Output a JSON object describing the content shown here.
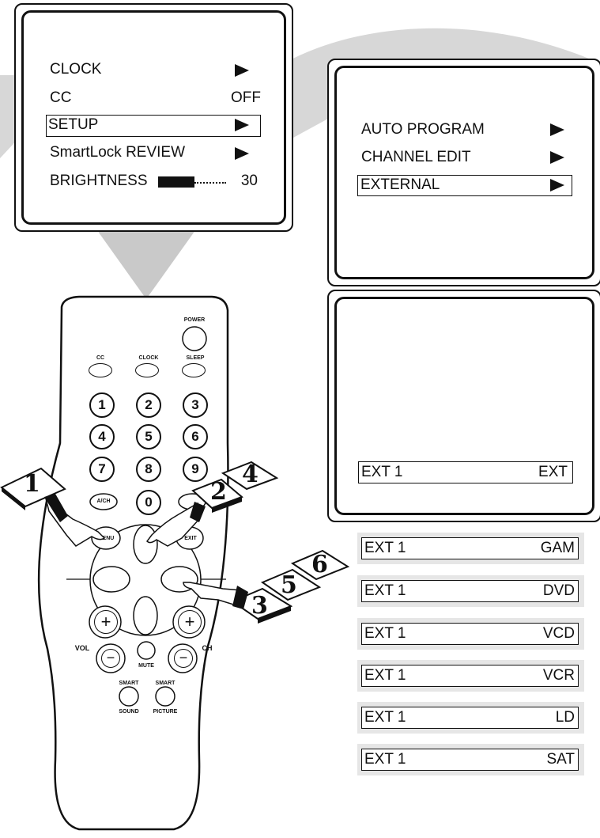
{
  "main_menu": {
    "items": [
      {
        "label": "CLOCK",
        "value": "►"
      },
      {
        "label": "CC",
        "value": "OFF"
      },
      {
        "label": "SETUP",
        "value": "►"
      },
      {
        "label": "SmartLock REVIEW",
        "value": "►"
      },
      {
        "label": "BRIGHTNESS",
        "value": "30"
      }
    ]
  },
  "setup_menu": {
    "items": [
      {
        "label": "AUTO PROGRAM",
        "value": "►"
      },
      {
        "label": "CHANNEL EDIT",
        "value": "►"
      },
      {
        "label": "EXTERNAL",
        "value": "►"
      }
    ]
  },
  "external_screen": {
    "label": "EXT 1",
    "value": "EXT"
  },
  "ext_options": [
    {
      "label": "EXT 1",
      "value": "GAM"
    },
    {
      "label": "EXT 1",
      "value": "DVD"
    },
    {
      "label": "EXT 1",
      "value": "VCD"
    },
    {
      "label": "EXT 1",
      "value": "VCR"
    },
    {
      "label": "EXT 1",
      "value": "LD"
    },
    {
      "label": "EXT 1",
      "value": "SAT"
    }
  ],
  "remote": {
    "power": "POWER",
    "cc": "CC",
    "clock": "CLOCK",
    "sleep": "SLEEP",
    "digits": [
      "1",
      "2",
      "3",
      "4",
      "5",
      "6",
      "7",
      "8",
      "9",
      "0"
    ],
    "ach": "A/CH",
    "menu": "MENU",
    "exit": "EXIT",
    "vol": "VOL",
    "ch": "CH",
    "mute": "MUTE",
    "smart_sound_top": "SMART",
    "smart_sound_bottom": "SOUND",
    "smart_picture_top": "SMART",
    "smart_picture_bottom": "PICTURE",
    "plus": "+",
    "minus": "−"
  },
  "steps": [
    "1",
    "2",
    "3",
    "4",
    "5",
    "6"
  ]
}
